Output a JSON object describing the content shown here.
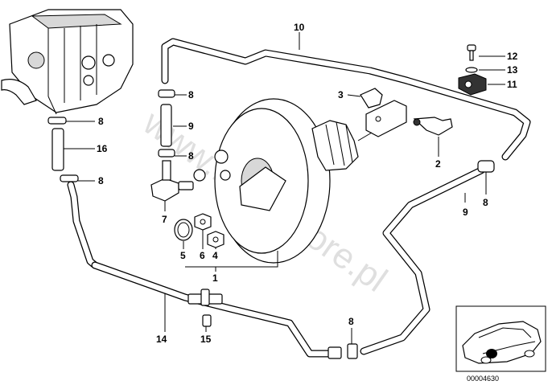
{
  "callouts": [
    {
      "id": "c10",
      "text": "10"
    },
    {
      "id": "c12",
      "text": "12"
    },
    {
      "id": "c13",
      "text": "13"
    },
    {
      "id": "c11",
      "text": "11"
    },
    {
      "id": "c3",
      "text": "3"
    },
    {
      "id": "c8a",
      "text": "8"
    },
    {
      "id": "c9a",
      "text": "9"
    },
    {
      "id": "c8b",
      "text": "8"
    },
    {
      "id": "c8c",
      "text": "8"
    },
    {
      "id": "c16",
      "text": "16"
    },
    {
      "id": "c8d",
      "text": "8"
    },
    {
      "id": "c2",
      "text": "2"
    },
    {
      "id": "c9b",
      "text": "9"
    },
    {
      "id": "c8e",
      "text": "8"
    },
    {
      "id": "c7",
      "text": "7"
    },
    {
      "id": "c5",
      "text": "5"
    },
    {
      "id": "c6",
      "text": "6"
    },
    {
      "id": "c4",
      "text": "4"
    },
    {
      "id": "c1",
      "text": "1"
    },
    {
      "id": "c14",
      "text": "14"
    },
    {
      "id": "c15",
      "text": "15"
    },
    {
      "id": "c8f",
      "text": "8"
    }
  ],
  "watermark": "www.BMWstore.pl",
  "reference_number": "00004630"
}
